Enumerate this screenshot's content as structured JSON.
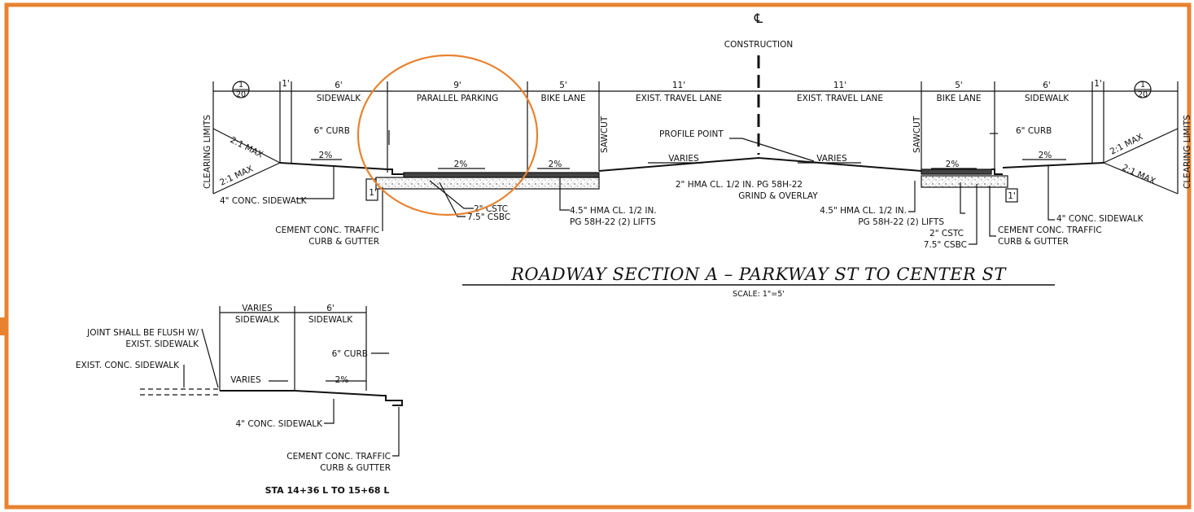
{
  "section": {
    "title": "ROADWAY SECTION A – PARKWAY ST TO CENTER ST",
    "scale": "SCALE: 1\"=5'",
    "centerline_symbol": "℄",
    "construction": "CONSTRUCTION",
    "clearing_limits": "CLEARING LIMITS",
    "slope_symbol_top": "1",
    "slope_symbol_bottom": "20",
    "slope_max": "2:1 MAX",
    "dim_1ft": "1'",
    "widths": {
      "sidewalk": "6'",
      "parking": "9'",
      "bike": "5'",
      "travel": "11'"
    },
    "labels": {
      "sidewalk": "SIDEWALK",
      "parallel_parking": "PARALLEL PARKING",
      "bike_lane": "BIKE LANE",
      "exist_travel_lane_left": "EXIST. TRAVEL LANE",
      "exist_travel_lane_right": "EXIST. TRAVEL LANE",
      "sawcut": "SAWCUT",
      "curb": "6\" CURB",
      "profile_point": "PROFILE POINT",
      "varies": "VARIES",
      "pct2": "2%",
      "hma_overlay_1": "2\" HMA CL. 1/2 IN. PG 58H-22",
      "hma_overlay_2": "GRIND & OVERLAY",
      "conc_sidewalk": "4\" CONC. SIDEWALK",
      "cstc": "2\" CSTC",
      "csbc": "7.5\" CSBC",
      "hma_lifts_1": "4.5\" HMA CL. 1/2 IN.",
      "hma_lifts_2": "PG 58H-22 (2) LIFTS",
      "curb_gutter_1": "CEMENT CONC. TRAFFIC",
      "curb_gutter_2": "CURB & GUTTER"
    }
  },
  "detail": {
    "varies_width": "VARIES",
    "sidewalk_width": "6'",
    "sidewalk": "SIDEWALK",
    "joint_note_1": "JOINT SHALL BE FLUSH W/",
    "joint_note_2": "EXIST. SIDEWALK",
    "exist_sidewalk": "EXIST. CONC. SIDEWALK",
    "curb": "6\" CURB",
    "varies": "VARIES",
    "pct2": "2%",
    "conc_sidewalk": "4\" CONC. SIDEWALK",
    "curb_gutter_1": "CEMENT CONC. TRAFFIC",
    "curb_gutter_2": "CURB & GUTTER",
    "station": "STA 14+36 L TO 15+68 L"
  },
  "colors": {
    "frame": "#e8822f",
    "highlight": "#e8822f",
    "ink": "#111111"
  }
}
